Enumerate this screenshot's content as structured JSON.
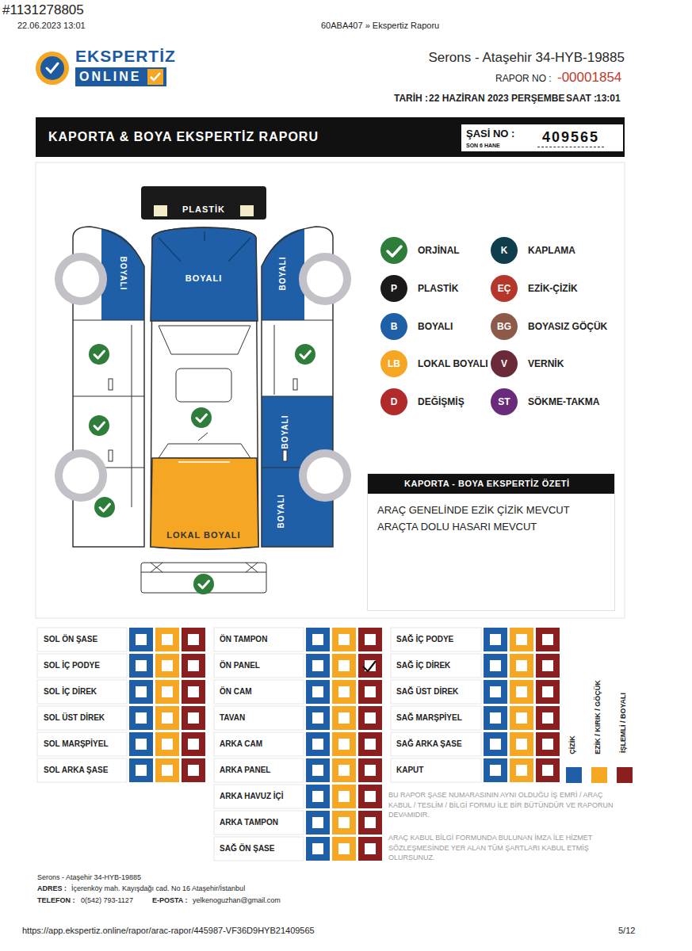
{
  "diagram": {
    "title": "KAPORTA & BOYA EKSPERTİZ RAPORU",
    "nodes": [
      {
        "text": [
          "ŞASİ NO :",
          "SON 6 HANE",
          "409565"
        ]
      },
      {
        "text": [
          "KAPORTA - BOYA EKSPERTİZ ÖZETİ",
          "ARAÇ GENELİNDE EZİK ÇİZİK MEVCUT",
          "ARAÇTA DOLU HASARI MEVCUT"
        ]
      }
    ],
    "labels": [
      "#1131278805",
      "22.06.2023 13:01",
      "60ABA407 » Ekspertiz Raporu",
      "EKSPERTİZ",
      "ONLINE",
      "Serons - Ataşehir 34-HYB-19885",
      "RAPOR NO :",
      "-00001854",
      "TARİH :",
      "22 HAZİRAN 2023 PERŞEMBE",
      "SAAT :",
      "13:01",
      "PLASTİK",
      "BOYALI",
      "BOYALI",
      "BOYALI",
      "BOYALI",
      "BOYALI",
      "LOKAL BOYALI",
      "P",
      "B",
      "LB",
      "D",
      "K",
      "EÇ",
      "BG",
      "V",
      "ST",
      "SOL ÖN ŞASE",
      "SOL İÇ PODYE",
      "SOL İÇ DİREK",
      "SOL ÜST DİREK",
      "SOL MARŞPİYEL",
      "SOL ARKA ŞASE",
      "ÖN TAMPON",
      "ÖN PANEL",
      "ÖN CAM",
      "TAVAN",
      "ARKA CAM",
      "ARKA PANEL",
      "ARKA HAVUZ İÇİ",
      "ARKA TAMPON",
      "SAĞ ÖN ŞASE",
      "SAĞ İÇ PODYE",
      "SAĞ İÇ DİREK",
      "SAĞ ÜST DİREK",
      "SAĞ MARŞPİYEL",
      "SAĞ ARKA ŞASE",
      "KAPUT",
      "ÇİZİK",
      "EZİK / KIRIK / GÖÇÜK",
      "İŞLEMLİ / BOYALI",
      "BU RAPOR ŞASE NUMARASININ AYNI OLDUĞU İŞ EMRİ / ARAÇ KABUL / TESLİM / BİLGİ FORMU İLE BİR BÜTÜNDÜR VE RAPORUN DEVAMIDIR.",
      "ARAÇ KABUL BİLGİ FORMUNDA BULUNAN İMZA İLE HİZMET SÖZLEŞMESİNDE YER ALAN TÜM ŞARTLARI KABUL ETMİŞ OLURSUNUZ.",
      "Serons - Ataşehir 34-HYB-19885",
      "ADRES :",
      "İçerenköy mah. Kayışdağı cad. No 16 Ataşehir/İstanbul",
      "TELEFON :",
      "0(542) 793-1127",
      "E-POSTA :",
      "yelkenoguzhan@gmail.com",
      "https://app.ekspertiz.online/rapor/arac-rapor/445987-VF36D9HYB21409565",
      "5/12"
    ],
    "legend": [
      {
        "text": "ORJİNAL",
        "color": "#2e7d3a"
      },
      {
        "text": "PLASTİK",
        "color": "#1a1a1a"
      },
      {
        "text": "BOYALI",
        "color": "#1f5fa8"
      },
      {
        "text": "LOKAL BOYALI",
        "color": "#f5a623"
      },
      {
        "text": "DEĞİŞMİŞ",
        "color": "#b22b2b"
      },
      {
        "text": "KAPLAMA",
        "color": "#0f3d4c"
      },
      {
        "text": "EZİK-ÇİZİK",
        "color": "#b5362a"
      },
      {
        "text": "BOYASIZ GÖÇÜK",
        "color": "#8d5a4a"
      },
      {
        "text": "VERNİK",
        "color": "#6b2a3a"
      },
      {
        "text": "SÖKME-TAKMA",
        "color": "#6a2c7a"
      }
    ]
  }
}
